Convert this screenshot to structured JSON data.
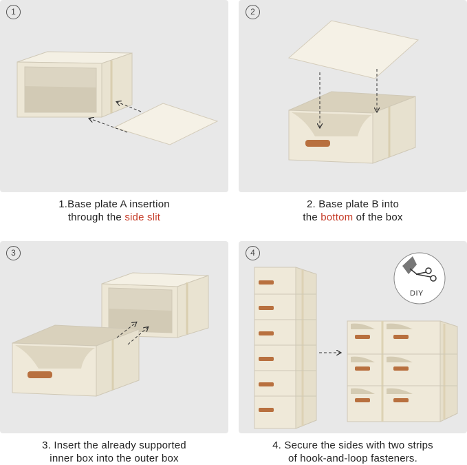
{
  "steps": [
    {
      "number": "1",
      "caption_line1": "1.Base plate A insertion",
      "caption_pre": "through the ",
      "caption_highlight": "side slit",
      "caption_post": ""
    },
    {
      "number": "2",
      "caption_line1": "2. Base plate B into",
      "caption_pre": "the ",
      "caption_highlight": "bottom",
      "caption_post": " of the box"
    },
    {
      "number": "3",
      "caption_line1": "3. Insert the already supported",
      "caption_pre": "inner box into the outer box",
      "caption_highlight": "",
      "caption_post": ""
    },
    {
      "number": "4",
      "caption_line1": "4. Secure the sides with two strips",
      "caption_pre": "of hook-and-loop fasteners.",
      "caption_highlight": "",
      "caption_post": ""
    }
  ],
  "diy_label": "DIY",
  "colors": {
    "panel": "#e8e8e8",
    "highlight": "#c53a26",
    "fabric": "#f0ebdd",
    "handle": "#b8703f"
  }
}
